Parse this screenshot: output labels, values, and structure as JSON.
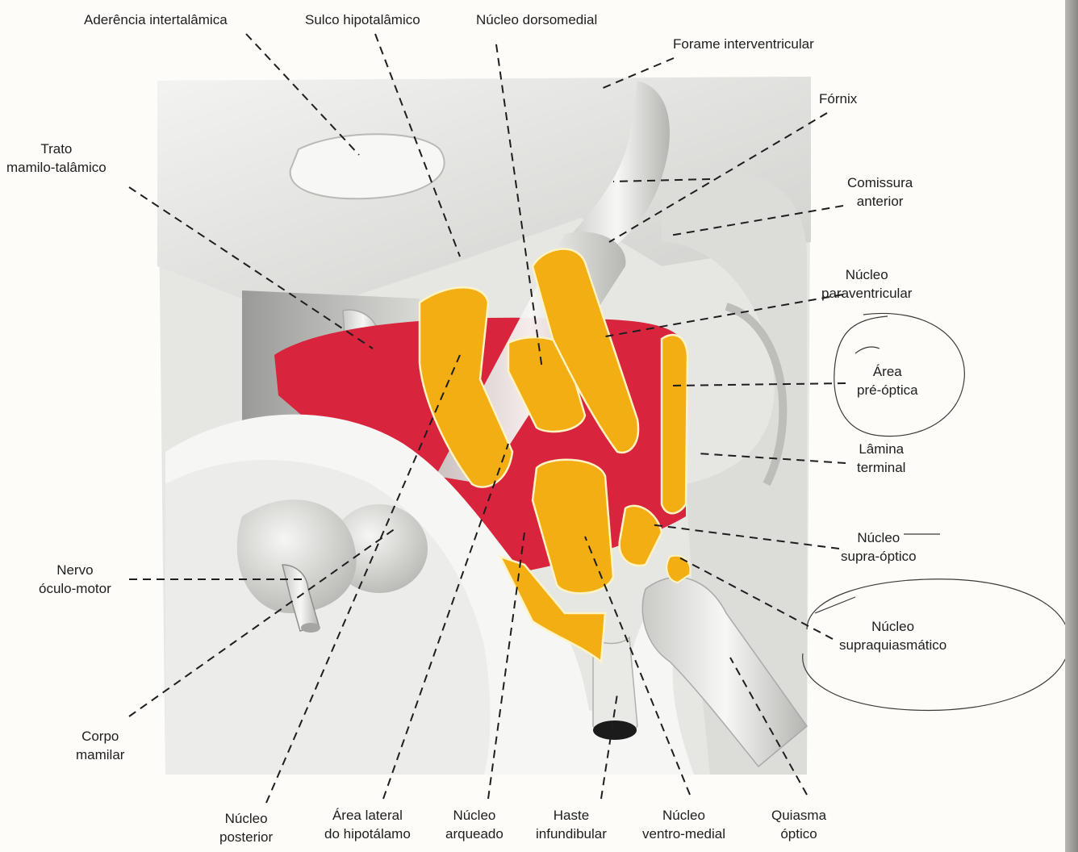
{
  "labels": {
    "aderencia": "Aderência intertalâmica",
    "sulco": "Sulco hipotalâmico",
    "dorsomedial": "Núcleo dorsomedial",
    "forame": "Forame interventricular",
    "fornix": "Fórnix",
    "trato_1": "Trato",
    "trato_2": "mamilo-talâmico",
    "comissura_1": "Comissura",
    "comissura_2": "anterior",
    "paraventricular_1": "Núcleo",
    "paraventricular_2": "paraventricular",
    "preoptica_1": "Área",
    "preoptica_2": "pré-óptica",
    "lamina_1": "Lâmina",
    "lamina_2": "terminal",
    "supraoptico_1": "Núcleo",
    "supraoptico_2": "supra-óptico",
    "nervo_1": "Nervo",
    "nervo_2": "óculo-motor",
    "supraquiasmatico_1": "Núcleo",
    "supraquiasmatico_2": "supraquiasmático",
    "corpo_1": "Corpo",
    "corpo_2": "mamilar",
    "posterior_1": "Núcleo",
    "posterior_2": "posterior",
    "lateral_1": "Área lateral",
    "lateral_2": "do hipotálamo",
    "arqueado_1": "Núcleo",
    "arqueado_2": "arqueado",
    "haste_1": "Haste",
    "haste_2": "infundibular",
    "ventromedial_1": "Núcleo",
    "ventromedial_2": "ventro-medial",
    "quiasma_1": "Quiasma",
    "quiasma_2": "óptico"
  },
  "colors": {
    "nucleus": "#f2ae12",
    "nucleus_edge": "#fff3c4",
    "lateral_area": "#d8243c",
    "tissue": "#ececea",
    "line": "#1e1e1e"
  }
}
